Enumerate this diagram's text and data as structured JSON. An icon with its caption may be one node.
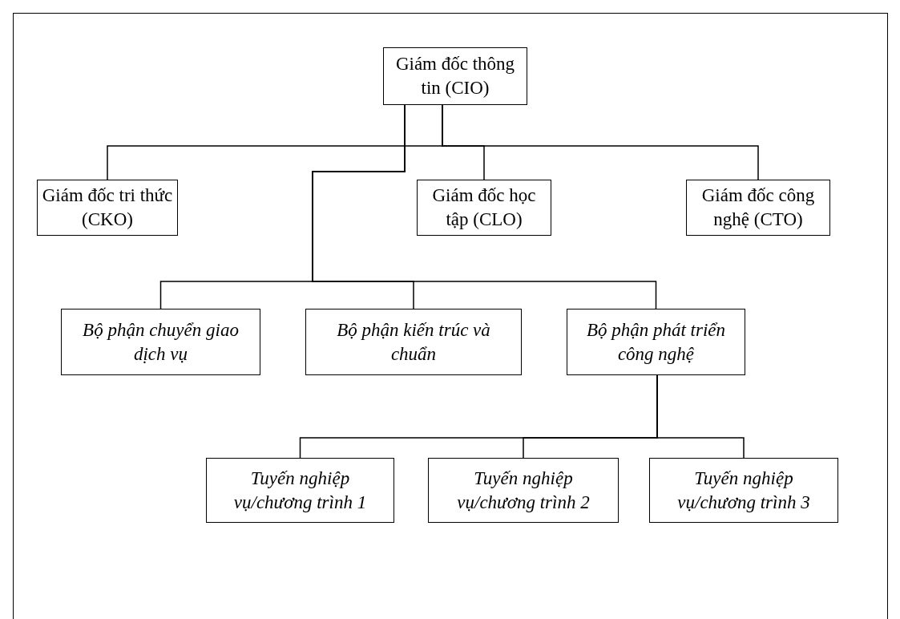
{
  "diagram": {
    "nodes": [
      {
        "text": [
          "Giám đốc thông tin (CIO)"
        ]
      },
      {
        "text": [
          "Giám đốc tri thức (CKO)"
        ]
      },
      {
        "text": [
          "Giám đốc học tập (CLO)"
        ]
      },
      {
        "text": [
          "Giám đốc công nghệ (CTO)"
        ]
      },
      {
        "text": [
          "Bộ phận chuyển giao dịch vụ"
        ]
      },
      {
        "text": [
          "Bộ phận kiến trúc và chuẩn"
        ]
      },
      {
        "text": [
          "Bộ phận phát triển công nghệ"
        ]
      },
      {
        "text": [
          "Tuyến nghiệp vụ/chương trình 1"
        ]
      },
      {
        "text": [
          "Tuyến nghiệp vụ/chương trình 2"
        ]
      },
      {
        "text": [
          "Tuyến nghiệp vụ/chương trình 3"
        ]
      }
    ],
    "edges": [
      {
        "from": 0,
        "to": 1,
        "arrow": "none"
      },
      {
        "from": 0,
        "to": 2,
        "arrow": "none"
      },
      {
        "from": 0,
        "to": 3,
        "arrow": "none"
      },
      {
        "from": 0,
        "to": 4,
        "arrow": "none"
      },
      {
        "from": 0,
        "to": 5,
        "arrow": "none"
      },
      {
        "from": 0,
        "to": 6,
        "arrow": "none"
      },
      {
        "from": 6,
        "to": 7,
        "arrow": "none"
      },
      {
        "from": 6,
        "to": 8,
        "arrow": "none"
      },
      {
        "from": 6,
        "to": 9,
        "arrow": "none"
      }
    ]
  }
}
